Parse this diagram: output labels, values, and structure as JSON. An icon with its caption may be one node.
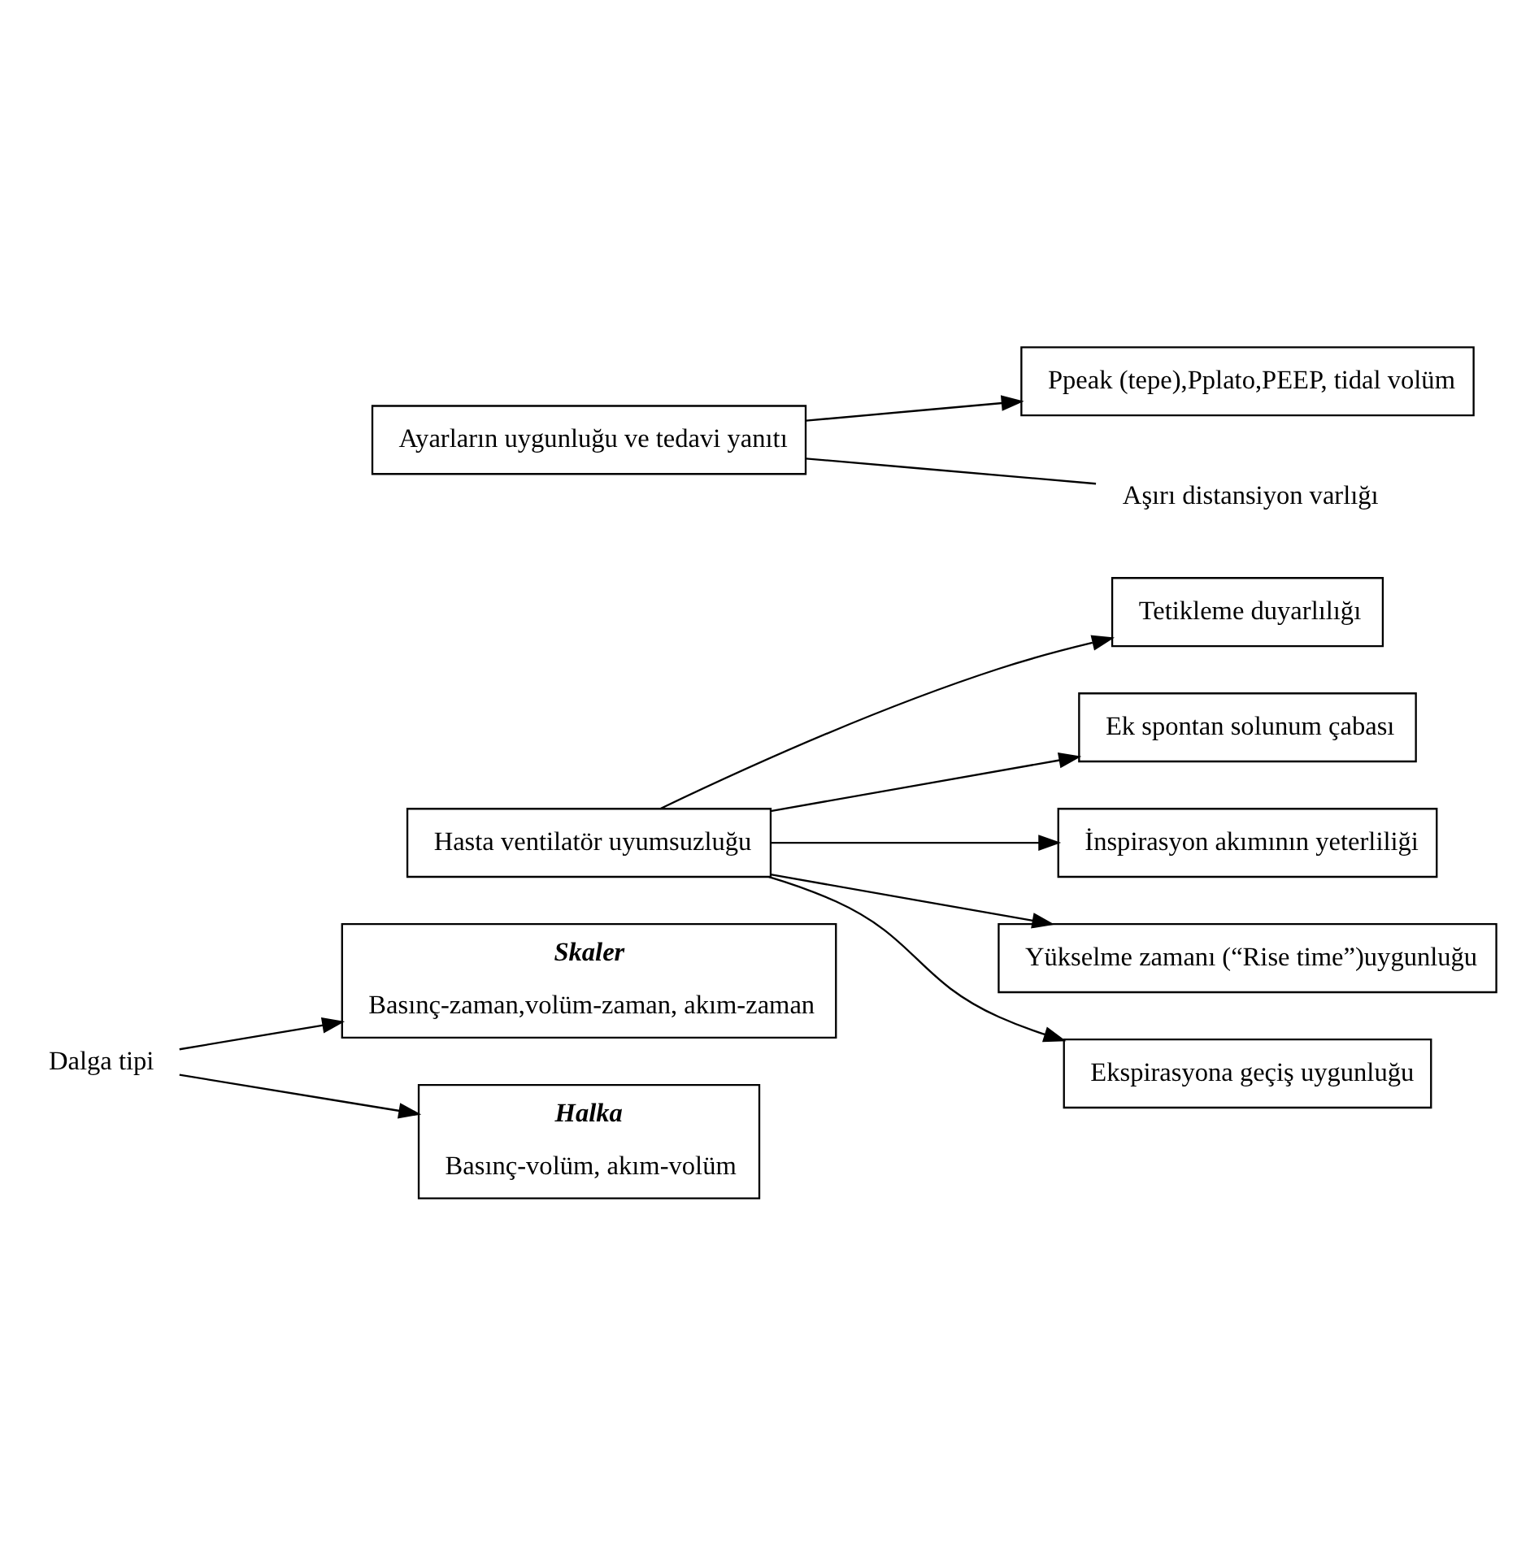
{
  "diagram": {
    "nodes": [
      {
        "text": [
          "Dalga tipi"
        ]
      },
      {
        "text": [
          "Skaler",
          "Basınç-zaman,volüm-zaman, akım-zaman"
        ]
      },
      {
        "text": [
          "Halka",
          "Basınç-volüm, akım-volüm"
        ]
      },
      {
        "text": [
          "Hasta ventilatör uyumsuzluğu"
        ]
      },
      {
        "text": [
          "Tetikleme duyarlılığı"
        ]
      },
      {
        "text": [
          "Ek spontan solunum çabası"
        ]
      },
      {
        "text": [
          "İnspirasyon akımının yeterliliği"
        ]
      },
      {
        "text": [
          "Yükselme zamanı (“Rise time”)uygunluğu"
        ]
      },
      {
        "text": [
          "Ekspirasyona geçiş uygunluğu"
        ]
      },
      {
        "text": [
          "Ayarların uygunluğu ve tedavi yanıtı"
        ]
      },
      {
        "text": [
          "Ppeak (tepe),Pplato,PEEP, tidal volüm"
        ]
      },
      {
        "text": [
          "Aşırı distansiyon varlığı"
        ]
      }
    ],
    "edges": [
      {
        "from": 0,
        "to": 1,
        "arrow": "to"
      },
      {
        "from": 0,
        "to": 2,
        "arrow": "to"
      },
      {
        "from": 3,
        "to": 4,
        "arrow": "to"
      },
      {
        "from": 3,
        "to": 5,
        "arrow": "to"
      },
      {
        "from": 3,
        "to": 6,
        "arrow": "to"
      },
      {
        "from": 3,
        "to": 7,
        "arrow": "to"
      },
      {
        "from": 3,
        "to": 8,
        "arrow": "to"
      },
      {
        "from": 9,
        "to": 10,
        "arrow": "to"
      },
      {
        "from": 9,
        "to": 11,
        "arrow": "none"
      }
    ]
  }
}
